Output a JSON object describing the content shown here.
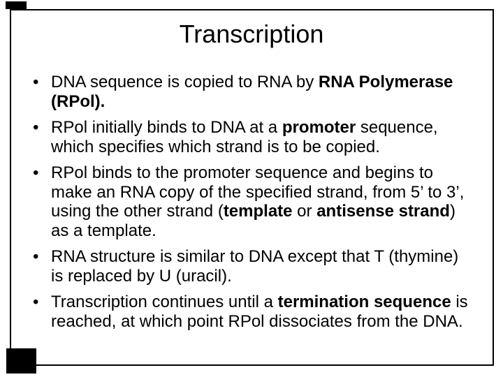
{
  "slide": {
    "title": "Transcription",
    "bullet_char": "•",
    "bullets": [
      {
        "lines": [
          [
            {
              "text": "DNA sequence is copied to RNA by ",
              "bold": false
            },
            {
              "text": "RNA Polymerase",
              "bold": true
            }
          ],
          [
            {
              "text": "(RPol).",
              "bold": true
            }
          ]
        ]
      },
      {
        "lines": [
          [
            {
              "text": "RPol initially binds to DNA at a ",
              "bold": false
            },
            {
              "text": "promoter",
              "bold": true
            },
            {
              "text": " sequence,",
              "bold": false
            }
          ],
          [
            {
              "text": "which specifies which strand is to be copied.",
              "bold": false
            }
          ]
        ]
      },
      {
        "lines": [
          [
            {
              "text": "RPol binds to the promoter sequence and begins to",
              "bold": false
            }
          ],
          [
            {
              "text": "make an RNA copy of the specified strand, from 5’ to 3’,",
              "bold": false
            }
          ],
          [
            {
              "text": "using the other strand (",
              "bold": false
            },
            {
              "text": "template",
              "bold": true
            },
            {
              "text": " or ",
              "bold": false
            },
            {
              "text": "antisense strand",
              "bold": true
            },
            {
              "text": ")",
              "bold": false
            }
          ],
          [
            {
              "text": "as a template.",
              "bold": false
            }
          ]
        ]
      },
      {
        "lines": [
          [
            {
              "text": "RNA structure is similar to DNA except that T (thymine)",
              "bold": false
            }
          ],
          [
            {
              "text": "is replaced by U (uracil).",
              "bold": false
            }
          ]
        ]
      },
      {
        "lines": [
          [
            {
              "text": "Transcription continues until a ",
              "bold": false
            },
            {
              "text": "termination sequence",
              "bold": true
            },
            {
              "text": " is",
              "bold": false
            }
          ],
          [
            {
              "text": "reached, at which point RPol dissociates from the DNA.",
              "bold": false
            }
          ]
        ]
      }
    ],
    "colors": {
      "text": "#000000",
      "background": "#ffffff",
      "border": "#000000",
      "corner_marks": "#000000"
    }
  }
}
